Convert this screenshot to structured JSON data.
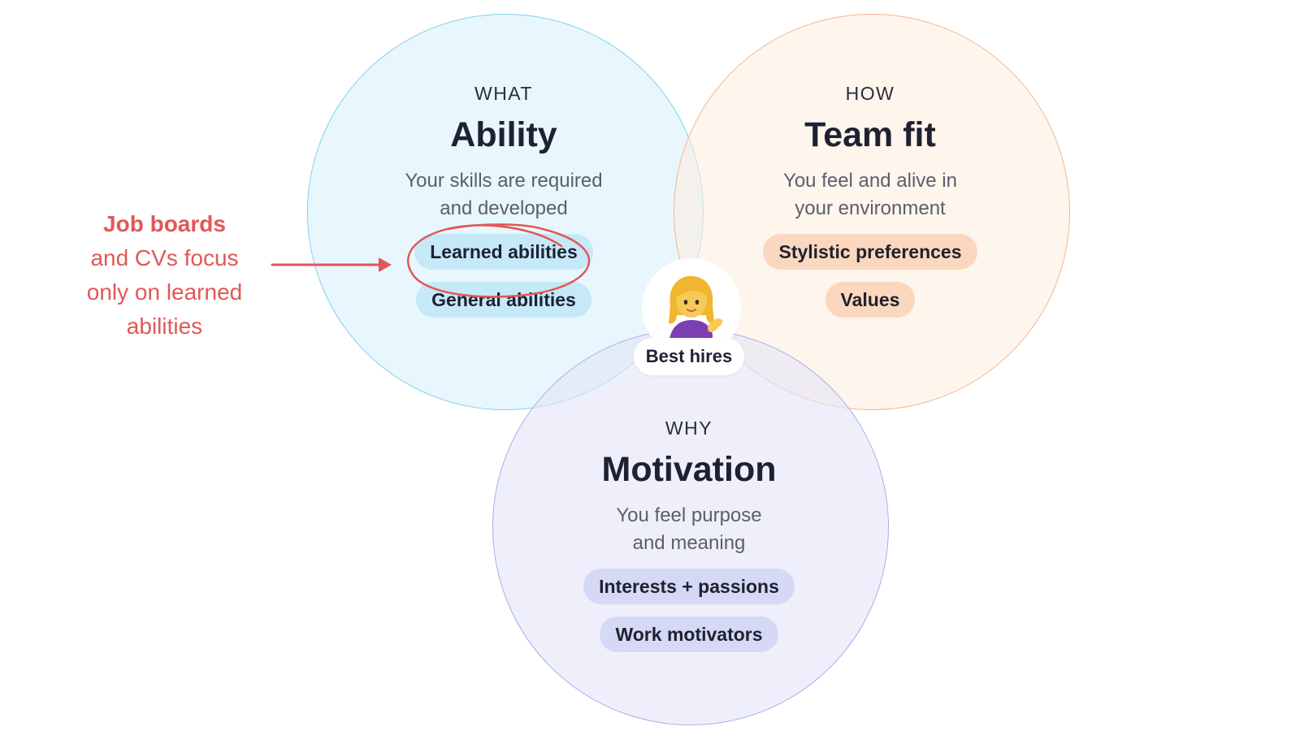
{
  "ability": {
    "kicker": "WHAT",
    "title": "Ability",
    "description": [
      "Your skills are required",
      "and developed"
    ],
    "pills": [
      "Learned abilities",
      "General abilities"
    ],
    "color": "#7fd0ea"
  },
  "team_fit": {
    "kicker": "HOW",
    "title": "Team fit",
    "description": [
      "You feel and alive in",
      "your environment"
    ],
    "pills": [
      "Stylistic preferences",
      "Values"
    ],
    "color": "#f5b58e"
  },
  "motivation": {
    "kicker": "WHY",
    "title": "Motivation",
    "description": [
      "You feel purpose",
      "and meaning"
    ],
    "pills": [
      "Interests + passions",
      "Work motivators"
    ],
    "color": "#a7aeea"
  },
  "center": {
    "label": "Best hires",
    "icon": "woman-tipping-hand-icon"
  },
  "annotation": {
    "lines": [
      "Job boards",
      "and CVs focus",
      "only on learned",
      "abilities"
    ],
    "color": "#e25757"
  }
}
